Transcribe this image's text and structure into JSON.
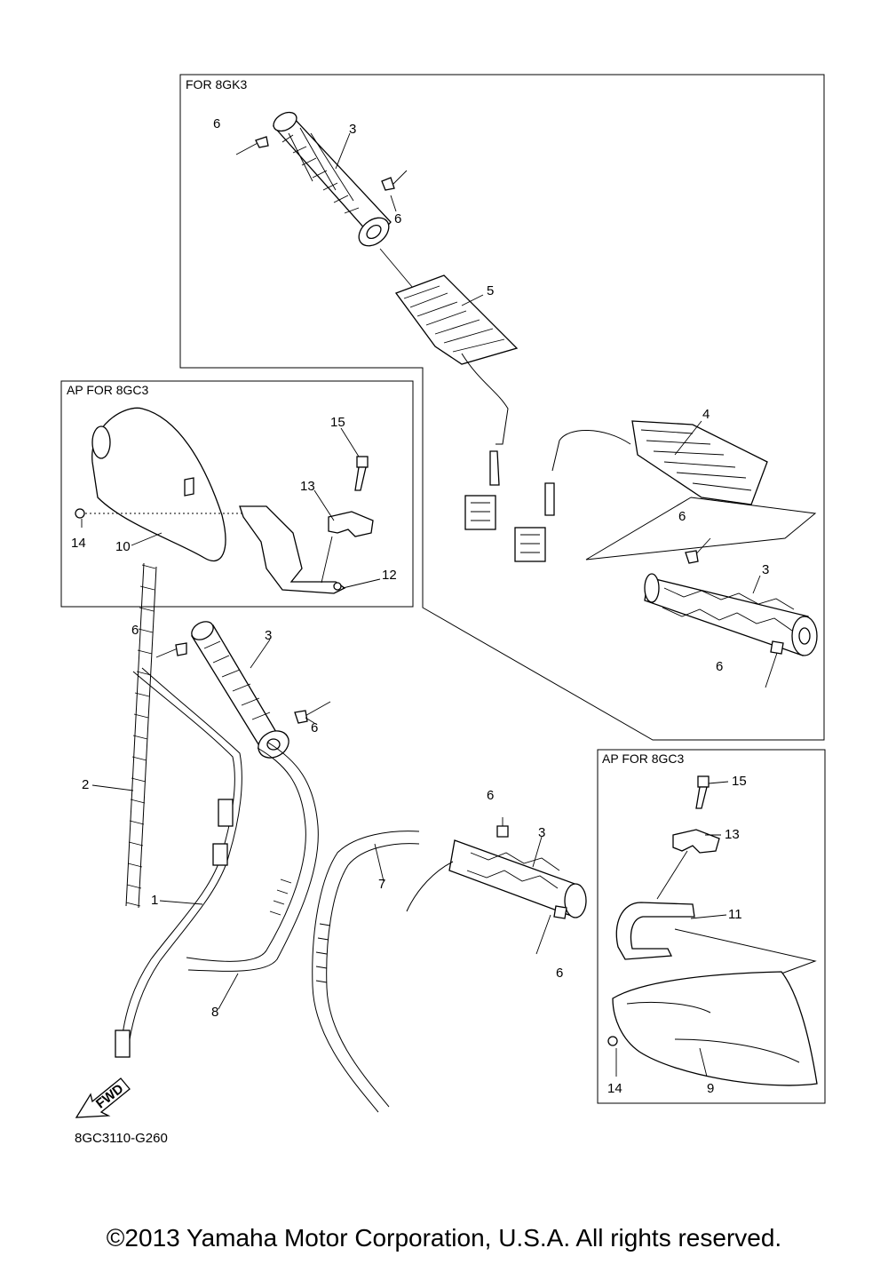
{
  "boxes": {
    "for_8gk3": "FOR 8GK3",
    "ap_left": "AP FOR 8GC3",
    "ap_right": "AP FOR 8GC3"
  },
  "callouts": {
    "c1": "1",
    "c2": "2",
    "c3a": "3",
    "c3b": "3",
    "c3c": "3",
    "c3d": "3",
    "c4": "4",
    "c5": "5",
    "c6a": "6",
    "c6b": "6",
    "c6c": "6",
    "c6d": "6",
    "c6e": "6",
    "c6f": "6",
    "c6g": "6",
    "c6h": "6",
    "c7": "7",
    "c8": "8",
    "c9": "9",
    "c10": "10",
    "c11": "11",
    "c12": "12",
    "c13a": "13",
    "c13b": "13",
    "c14a": "14",
    "c14b": "14",
    "c15a": "15",
    "c15b": "15"
  },
  "fwd_label": "FWD",
  "diagram_code": "8GC3110-G260",
  "copyright": "©2013 Yamaha Motor Corporation, U.S.A. All rights reserved."
}
